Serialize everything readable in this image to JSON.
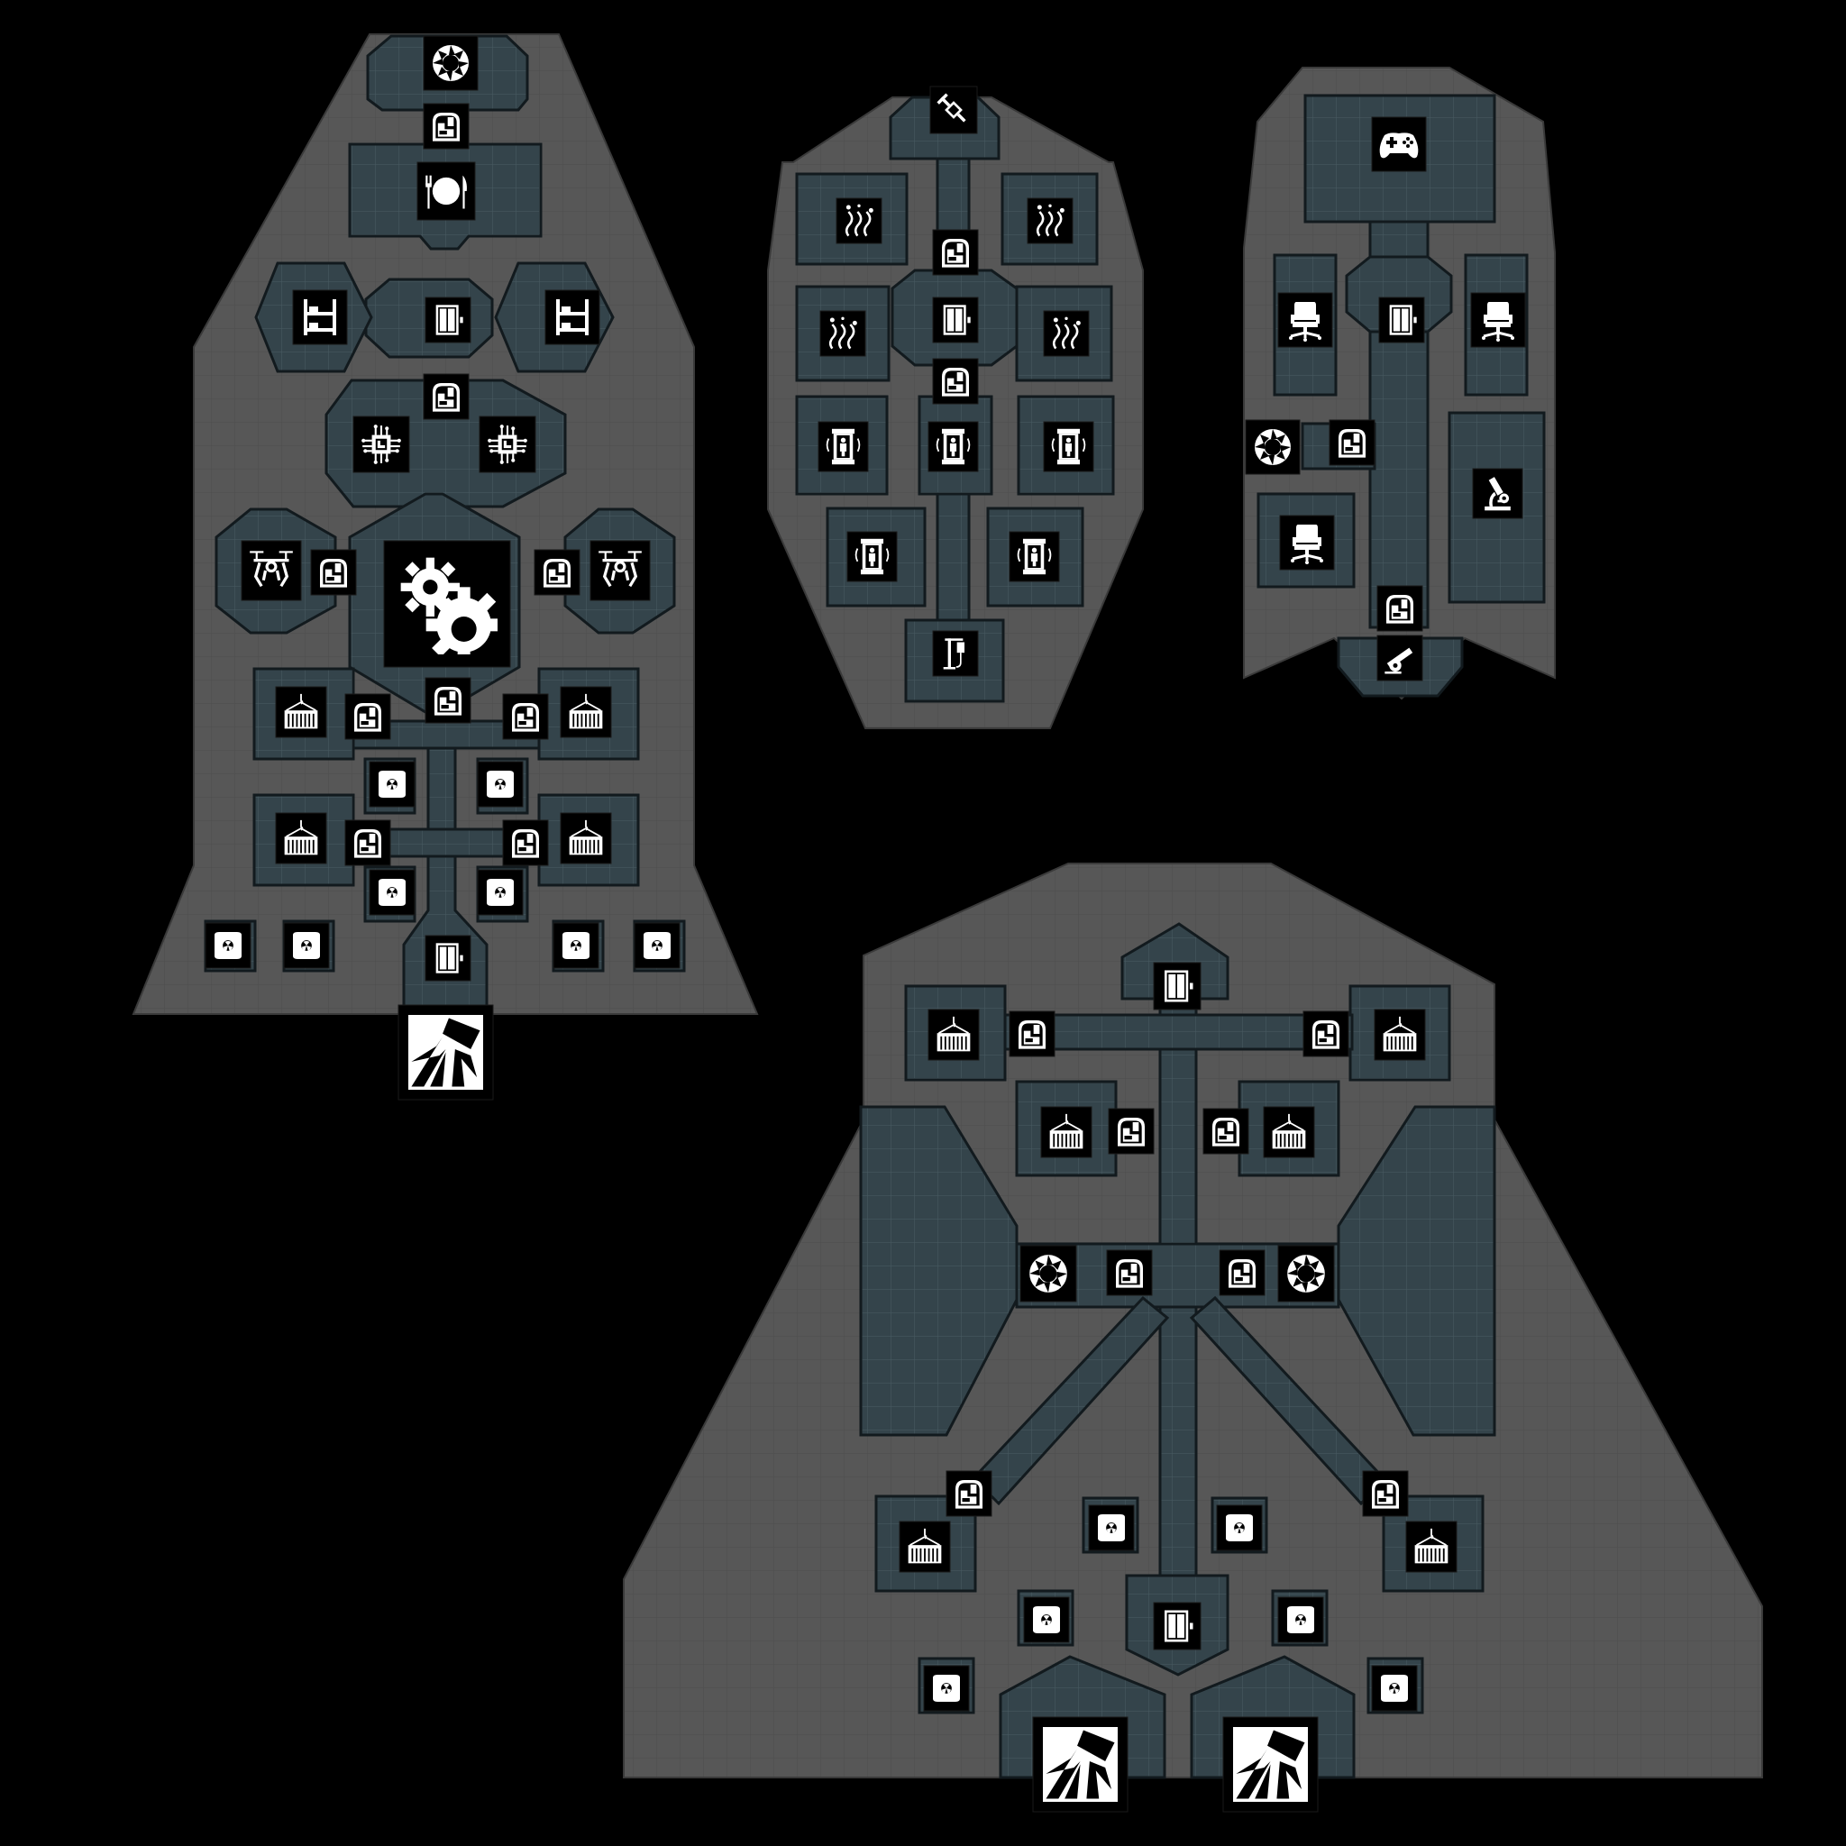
{
  "scene": {
    "background": "#000000",
    "hull_color": "#575757",
    "room_color": "#34444b",
    "icon_bg": "#000000",
    "icon_fg": "#ffffff"
  },
  "ships": [
    {
      "id": "ship-a",
      "name": "",
      "icons": [
        {
          "type": "shield",
          "label": "shield-icon"
        },
        {
          "type": "door",
          "label": "door-icon"
        },
        {
          "type": "food",
          "label": "food-icon"
        },
        {
          "type": "bunk",
          "label": "bunk-icon"
        },
        {
          "type": "elevator",
          "label": "elevator-icon"
        },
        {
          "type": "chip",
          "label": "processor-chip-icon"
        },
        {
          "type": "drone",
          "label": "drone-icon"
        },
        {
          "type": "gears",
          "label": "engine-gears-icon"
        },
        {
          "type": "cargo",
          "label": "cargo-container-icon"
        },
        {
          "type": "barrel",
          "label": "fuel-barrel-icon"
        },
        {
          "type": "thruster",
          "label": "thruster-icon"
        }
      ]
    },
    {
      "id": "ship-b",
      "name": "",
      "icons": [
        {
          "type": "syringe",
          "label": "syringe-icon"
        },
        {
          "type": "hydro",
          "label": "hydroponics-icon"
        },
        {
          "type": "door",
          "label": "door-icon"
        },
        {
          "type": "elevator",
          "label": "elevator-icon"
        },
        {
          "type": "cryo",
          "label": "cryo-pod-icon"
        },
        {
          "type": "iv",
          "label": "iv-drip-icon"
        }
      ]
    },
    {
      "id": "ship-c",
      "name": "",
      "icons": [
        {
          "type": "gamepad",
          "label": "gamepad-icon"
        },
        {
          "type": "chair",
          "label": "office-chair-icon"
        },
        {
          "type": "elevator",
          "label": "elevator-icon"
        },
        {
          "type": "shield",
          "label": "shield-icon"
        },
        {
          "type": "door",
          "label": "door-icon"
        },
        {
          "type": "microscope",
          "label": "microscope-icon"
        },
        {
          "type": "cannon",
          "label": "cannon-icon"
        }
      ]
    },
    {
      "id": "ship-d",
      "name": "",
      "icons": [
        {
          "type": "elevator",
          "label": "elevator-icon"
        },
        {
          "type": "cargo",
          "label": "cargo-container-icon"
        },
        {
          "type": "door",
          "label": "door-icon"
        },
        {
          "type": "shield",
          "label": "shield-icon"
        },
        {
          "type": "barrel",
          "label": "fuel-barrel-icon"
        },
        {
          "type": "thruster",
          "label": "thruster-icon"
        }
      ]
    }
  ]
}
